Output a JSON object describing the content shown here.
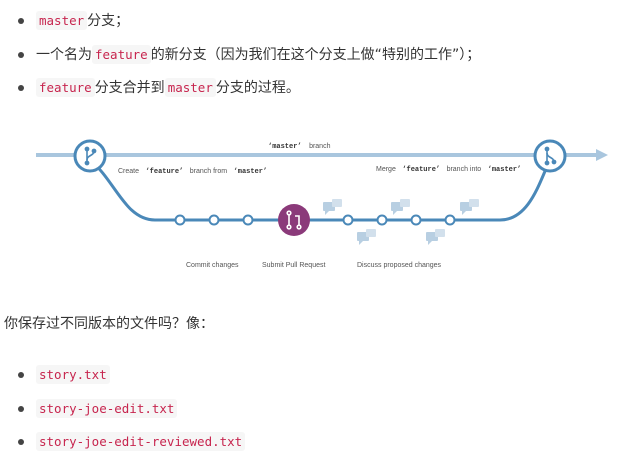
{
  "list1": [
    {
      "code": "master",
      "text": "分支；"
    },
    {
      "pre": "一个名为",
      "code": "feature",
      "text": "的新分支（因为我们在这个分支上做“特别的工作”）；"
    },
    {
      "code": "feature",
      "mid": "分支合并到",
      "code2": "master",
      "text": "分支的过程。"
    }
  ],
  "diagram": {
    "branch_label_code": "‘master’",
    "branch_label_text": "branch",
    "create_pre": "Create",
    "create_code": "‘feature’",
    "create_mid": "branch from",
    "create_code2": "‘master’",
    "merge_pre": "Merge",
    "merge_code": "‘feature’",
    "merge_mid": "branch into",
    "merge_code2": "‘master’",
    "commit_label": "Commit changes",
    "pr_label": "Submit Pull Request",
    "discuss_label": "Discuss proposed changes",
    "colors": {
      "line": "#4a88b8",
      "pr": "#8b3a7a",
      "comment": "#b8cfe2"
    }
  },
  "paragraph": "你保存过不同版本的文件吗？像：",
  "list2": [
    "story.txt",
    "story-joe-edit.txt",
    "story-joe-edit-reviewed.txt"
  ]
}
